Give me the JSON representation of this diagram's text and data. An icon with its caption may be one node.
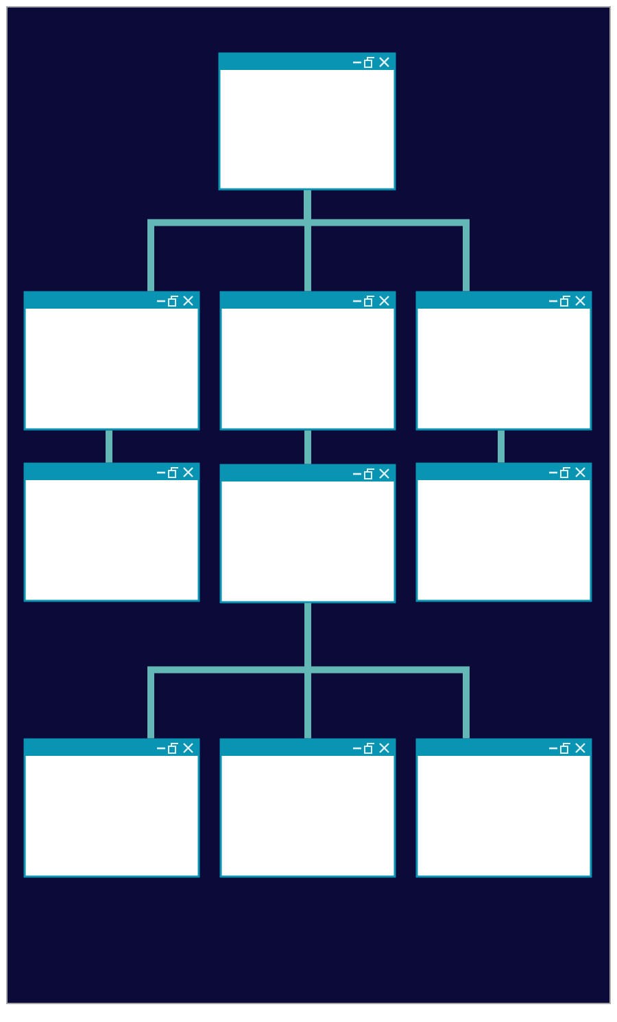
{
  "diagram": {
    "nodes": [
      {
        "text": [],
        "shape": "box"
      },
      {
        "text": [],
        "shape": "box"
      },
      {
        "text": [],
        "shape": "box"
      },
      {
        "text": [],
        "shape": "box"
      },
      {
        "text": [],
        "shape": "box"
      },
      {
        "text": [],
        "shape": "box"
      },
      {
        "text": [],
        "shape": "box"
      },
      {
        "text": [],
        "shape": "box"
      },
      {
        "text": [],
        "shape": "box"
      },
      {
        "text": [],
        "shape": "box"
      }
    ],
    "edges": [
      {
        "from": 0,
        "to": 1,
        "arrow": "none"
      },
      {
        "from": 0,
        "to": 2,
        "arrow": "none"
      },
      {
        "from": 0,
        "to": 3,
        "arrow": "none"
      },
      {
        "from": 1,
        "to": 4,
        "arrow": "none"
      },
      {
        "from": 2,
        "to": 5,
        "arrow": "none"
      },
      {
        "from": 3,
        "to": 6,
        "arrow": "none"
      },
      {
        "from": 5,
        "to": 7,
        "arrow": "none"
      },
      {
        "from": 5,
        "to": 8,
        "arrow": "none"
      },
      {
        "from": 5,
        "to": 9,
        "arrow": "none"
      }
    ]
  }
}
